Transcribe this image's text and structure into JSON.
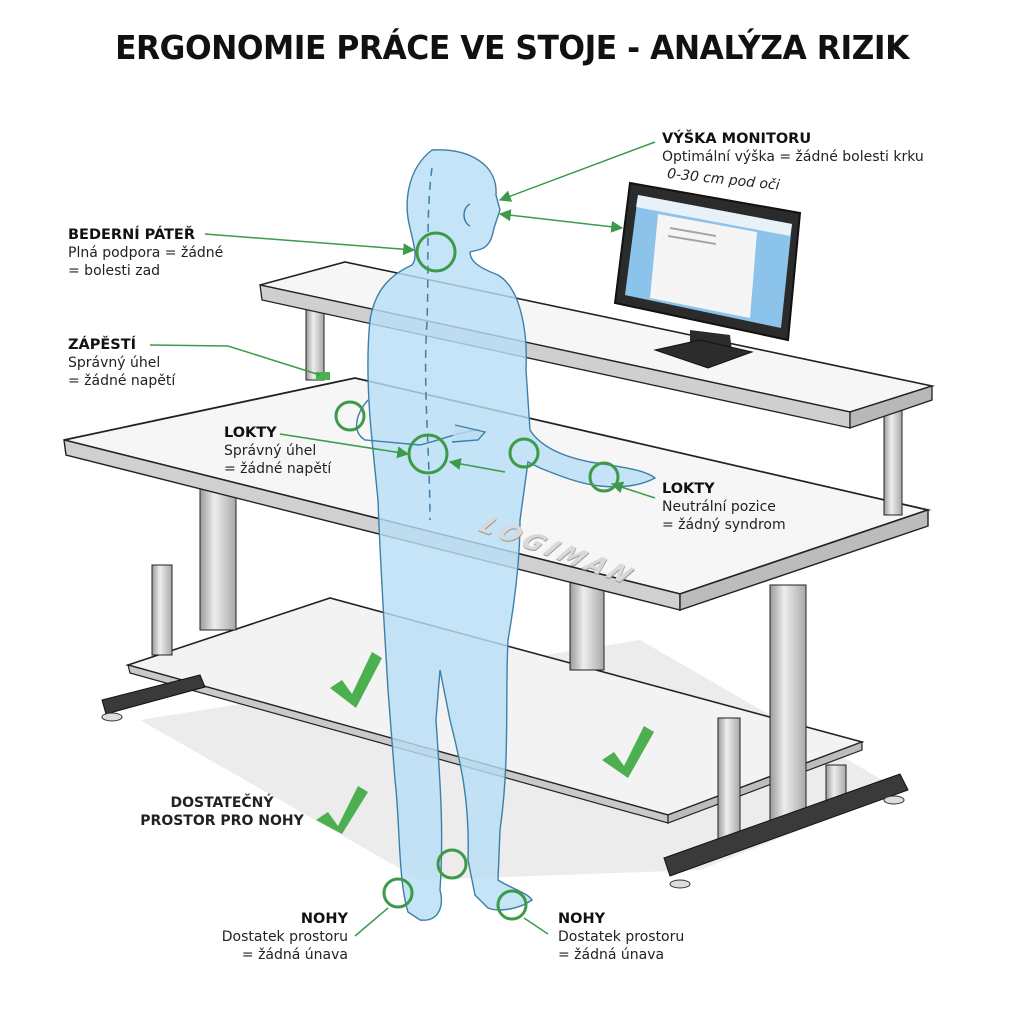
{
  "title": "ERGONOMIE PRÁCE VE STOJE - ANALÝZA RIZIK",
  "brand": "LOGIMAN",
  "colors": {
    "accent_green": "#3c9a48",
    "check_green": "#4caf50",
    "body_fill": "#b9def5",
    "body_stroke": "#3d7fa8",
    "desk_surface": "#f2f2f2",
    "frame_gray": "#c8c8c8",
    "foot_dark": "#3a3a3a",
    "screen_blue": "#8cc3ea"
  },
  "annotations": {
    "monitor_height": {
      "heading": "VÝŠKA MONITORU",
      "lines": [
        "Optimální výška = žádné bolesti krku"
      ],
      "note": "0-30 cm pod oči"
    },
    "lumbar_spine": {
      "heading": "BEDERNÍ PÁTEŘ",
      "lines": [
        "Plná podpora = žádné",
        "= bolesti zad"
      ]
    },
    "wrist": {
      "heading": "ZÁPĚSTÍ",
      "lines": [
        "Správný úhel",
        "= žádné napětí"
      ]
    },
    "elbows_left": {
      "heading": "LOKTY",
      "lines": [
        "Správný úhel",
        "= žádné napětí"
      ]
    },
    "elbows_right": {
      "heading": "LOKTY",
      "lines": [
        "Neutrální pozice",
        "= žádný syndrom"
      ]
    },
    "leg_space": {
      "lines": [
        "DOSTATEČNÝ",
        "PROSTOR PRO NOHY"
      ]
    },
    "feet_left": {
      "heading": "NOHY",
      "lines": [
        "Dostatek prostoru",
        "= žádná únava"
      ]
    },
    "feet_right": {
      "heading": "NOHY",
      "lines": [
        "Dostatek prostoru",
        "= žádná únava"
      ]
    }
  },
  "icons": {
    "check": "checkmark-icon",
    "joint": "joint-circle-icon",
    "arrow": "pointer-arrow-icon"
  }
}
